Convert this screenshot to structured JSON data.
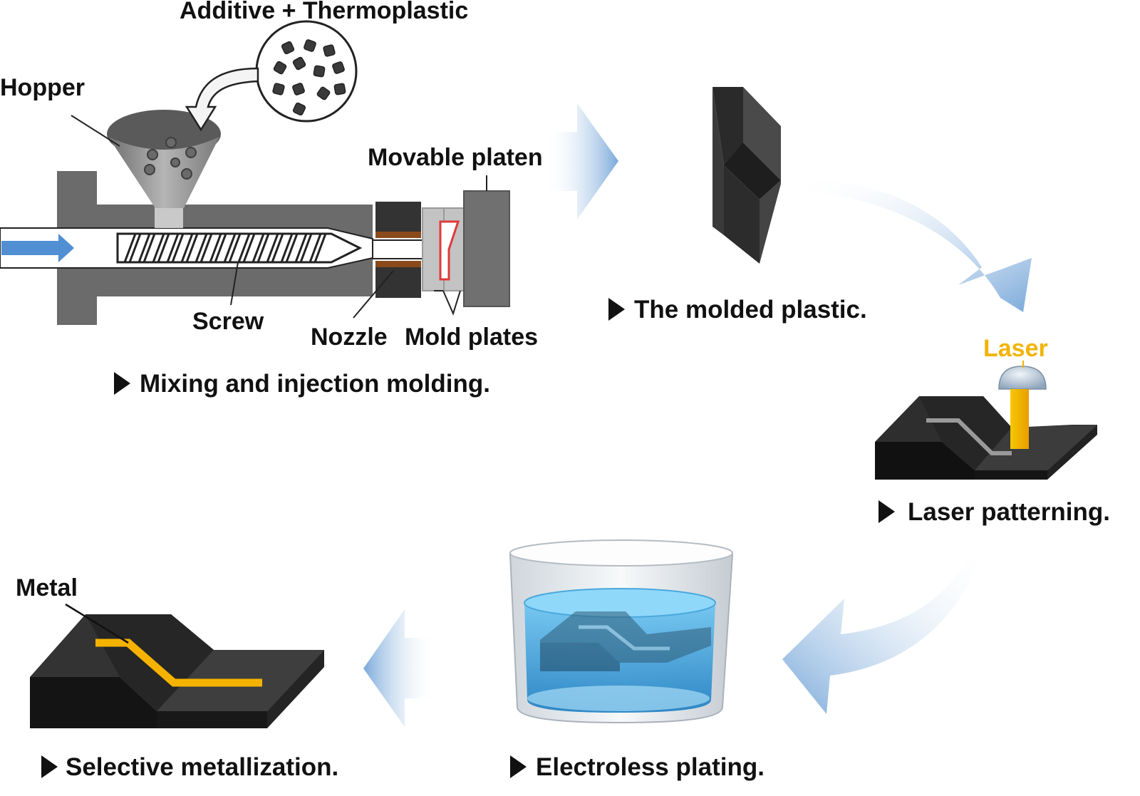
{
  "labels": {
    "additive": "Additive + Thermoplastic",
    "hopper": "Hopper",
    "movable_platen": "Movable platen",
    "screw": "Screw",
    "nozzle": "Nozzle",
    "mold_plates": "Mold plates",
    "laser": "Laser",
    "metal": "Metal"
  },
  "captions": {
    "mixing": "Mixing and injection molding.",
    "molded": "The molded plastic.",
    "laser_patterning": "Laser patterning.",
    "electroless": "Electroless plating.",
    "selective": "Selective metallization."
  },
  "colors": {
    "laser": "#f2b400",
    "metal": "#f5b300",
    "arrow": "#8fb6de",
    "feed_arrow": "#4f8fd2",
    "brown_band": "#8a4a1c"
  }
}
